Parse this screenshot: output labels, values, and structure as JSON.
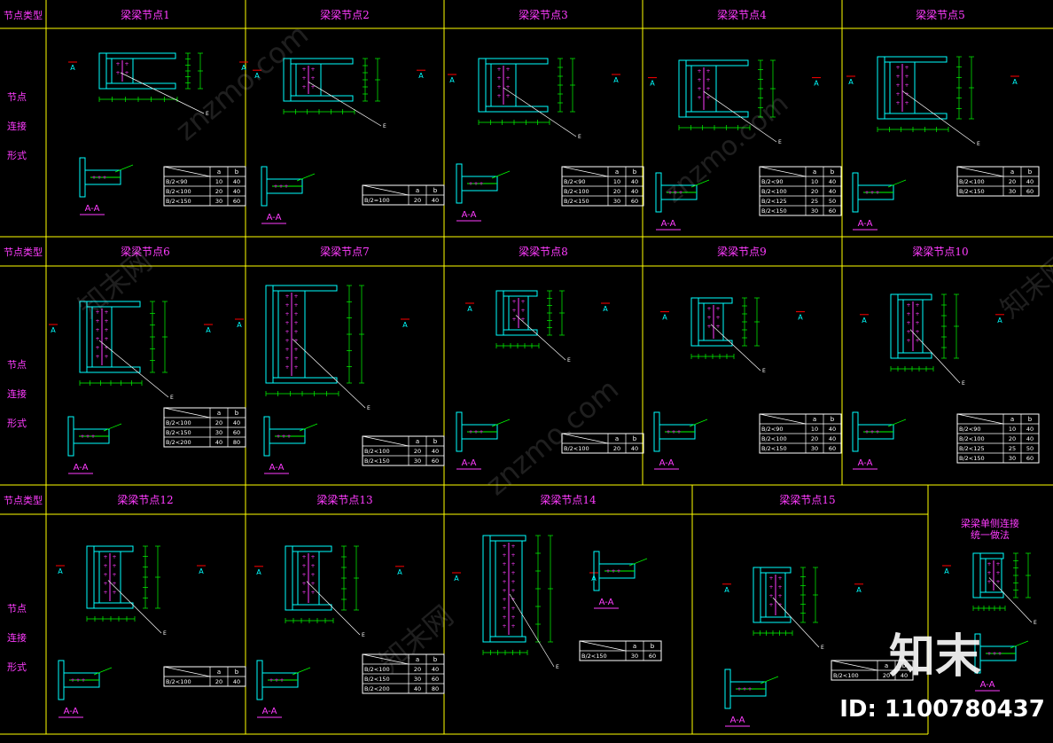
{
  "header": {
    "type_label": "节点类型",
    "nodes": [
      "梁梁节点1",
      "梁梁节点2",
      "梁梁节点3",
      "梁梁节点4",
      "梁梁节点5",
      "梁梁节点6",
      "梁梁节点7",
      "梁梁节点8",
      "梁梁节点9",
      "梁梁节点10",
      "梁梁节点12",
      "梁梁节点13",
      "梁梁节点14",
      "梁梁节点15"
    ],
    "special_title": [
      "梁梁单侧连接",
      "统一做法"
    ],
    "form_label": [
      "节点",
      "连接",
      "形式"
    ]
  },
  "section_label": "A-A",
  "section_marker": "A",
  "tables": {
    "t1": {
      "head": [
        "",
        "a",
        "b"
      ],
      "rows": [
        [
          "B/2<90",
          "10",
          "40"
        ],
        [
          "B/2<100",
          "20",
          "40"
        ],
        [
          "B/2<150",
          "30",
          "60"
        ]
      ]
    },
    "t2": {
      "head": [
        "",
        "a",
        "b"
      ],
      "rows": [
        [
          "B/2=100",
          "20",
          "40"
        ]
      ]
    },
    "t3": {
      "head": [
        "",
        "a",
        "b"
      ],
      "rows": [
        [
          "B/2<90",
          "10",
          "40"
        ],
        [
          "B/2<100",
          "20",
          "40"
        ],
        [
          "B/2<150",
          "30",
          "60"
        ]
      ]
    },
    "t4": {
      "head": [
        "",
        "a",
        "b"
      ],
      "rows": [
        [
          "B/2<90",
          "10",
          "40"
        ],
        [
          "B/2<100",
          "20",
          "40"
        ],
        [
          "B/2<125",
          "25",
          "50"
        ],
        [
          "B/2<150",
          "30",
          "60"
        ]
      ]
    },
    "t5": {
      "head": [
        "",
        "a",
        "b"
      ],
      "rows": [
        [
          "B/2<100",
          "20",
          "40"
        ],
        [
          "B/2<150",
          "30",
          "60"
        ]
      ]
    },
    "t6": {
      "head": [
        "",
        "a",
        "b"
      ],
      "rows": [
        [
          "B/2<100",
          "20",
          "40"
        ],
        [
          "B/2<150",
          "30",
          "60"
        ],
        [
          "B/2<200",
          "40",
          "80"
        ]
      ]
    },
    "t7": {
      "head": [
        "",
        "a",
        "b"
      ],
      "rows": [
        [
          "B/2<100",
          "20",
          "40"
        ],
        [
          "B/2<150",
          "30",
          "60"
        ]
      ]
    },
    "t8": {
      "head": [
        "",
        "a",
        "b"
      ],
      "rows": [
        [
          "B/2<100",
          "20",
          "40"
        ]
      ]
    },
    "t9": {
      "head": [
        "",
        "a",
        "b"
      ],
      "rows": [
        [
          "B/2<90",
          "10",
          "40"
        ],
        [
          "B/2<100",
          "20",
          "40"
        ],
        [
          "B/2<150",
          "30",
          "60"
        ]
      ]
    },
    "t10": {
      "head": [
        "",
        "a",
        "b"
      ],
      "rows": [
        [
          "B/2<90",
          "10",
          "40"
        ],
        [
          "B/2<100",
          "20",
          "40"
        ],
        [
          "B/2<125",
          "25",
          "50"
        ],
        [
          "B/2<150",
          "30",
          "60"
        ]
      ]
    },
    "t12": {
      "head": [
        "",
        "a",
        "b"
      ],
      "rows": [
        [
          "B/2<100",
          "20",
          "40"
        ]
      ]
    },
    "t13": {
      "head": [
        "",
        "a",
        "b"
      ],
      "rows": [
        [
          "B/2<100",
          "20",
          "40"
        ],
        [
          "B/2<150",
          "30",
          "60"
        ],
        [
          "B/2<200",
          "40",
          "80"
        ]
      ]
    },
    "t14": {
      "head": [
        "",
        "a",
        "b"
      ],
      "rows": [
        [
          "B/2<150",
          "30",
          "60"
        ]
      ]
    },
    "t15": {
      "head": [
        "",
        "a",
        "b"
      ],
      "rows": [
        [
          "B/2<100",
          "20",
          "40"
        ]
      ]
    }
  },
  "watermark": {
    "brand": "知末",
    "id": "ID: 1100780437",
    "site": "znzmo.com",
    "brand_cn": "知末网"
  },
  "colors": {
    "background": "#000000",
    "grid": "#ffff00",
    "title": "#ff3cff",
    "steel": "#00ffff",
    "bolt": "#ff3cff",
    "dimension": "#00ff00",
    "table": "#ffffff",
    "marker": "#ff0000"
  }
}
